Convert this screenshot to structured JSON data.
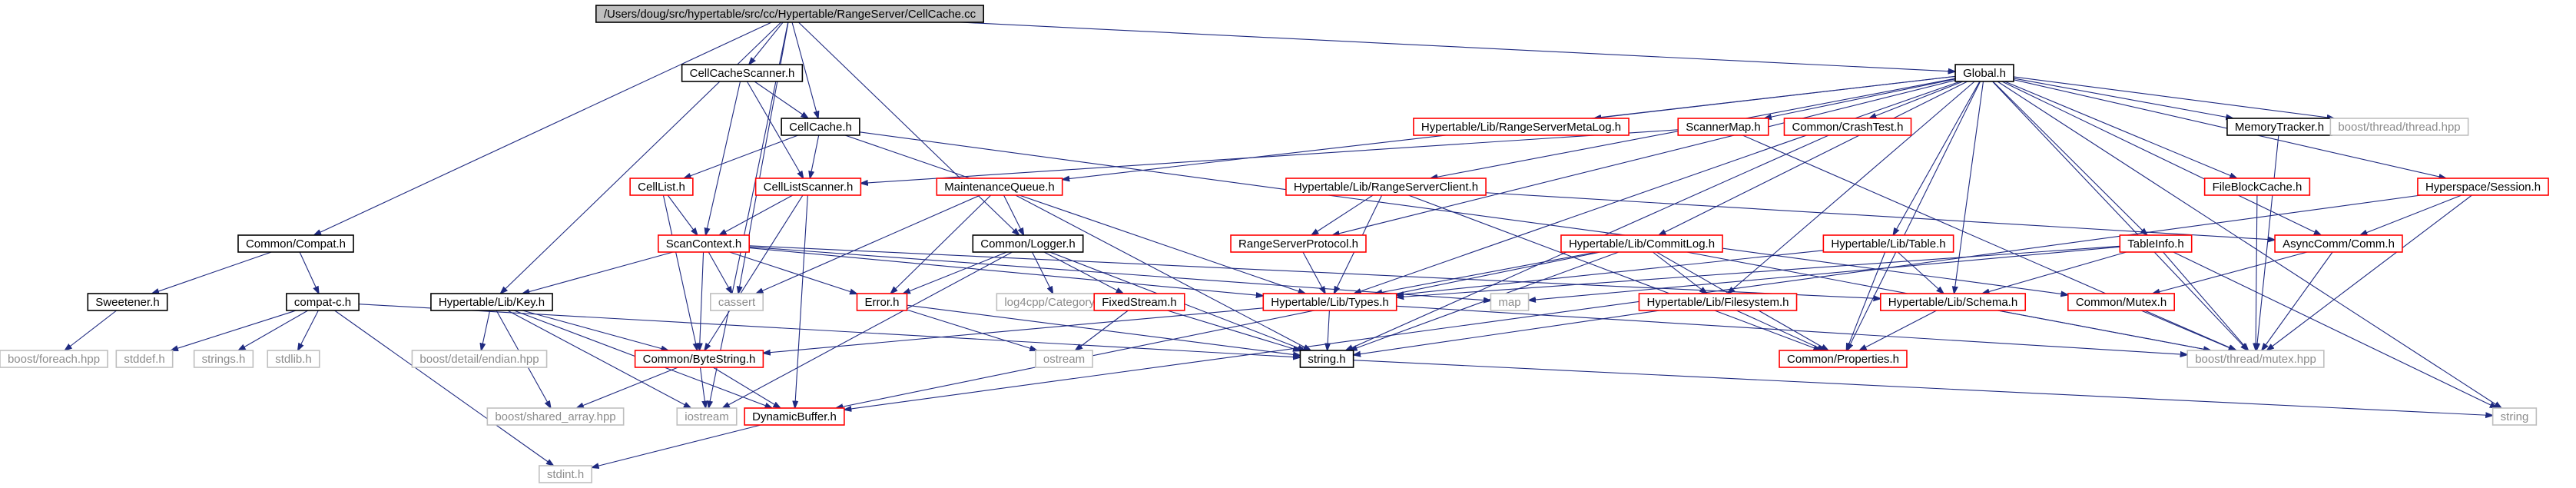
{
  "colors": {
    "edge": "#1f2a80",
    "root_fill": "#bfbfbf",
    "box_black": "#000000",
    "box_red": "#ff0000",
    "box_gray": "#bfbfbf",
    "text_black": "#000000",
    "text_gray": "#8c8c8c"
  },
  "nodes": [
    {
      "id": "root",
      "label": "/Users/doug/src/hypertable/src/cc/Hypertable/RangeServer/CellCache.cc",
      "style": "root"
    },
    {
      "id": "cellcachescanner",
      "label": "CellCacheScanner.h",
      "style": "black"
    },
    {
      "id": "global",
      "label": "Global.h",
      "style": "black"
    },
    {
      "id": "cellcache",
      "label": "CellCache.h",
      "style": "black"
    },
    {
      "id": "rsmetalog",
      "label": "Hypertable/Lib/RangeServerMetaLog.h",
      "style": "red"
    },
    {
      "id": "scannermap",
      "label": "ScannerMap.h",
      "style": "red"
    },
    {
      "id": "crashtest",
      "label": "Common/CrashTest.h",
      "style": "red"
    },
    {
      "id": "memorytracker",
      "label": "MemoryTracker.h",
      "style": "black"
    },
    {
      "id": "boostthread",
      "label": "boost/thread/thread.hpp",
      "style": "gray"
    },
    {
      "id": "celllist",
      "label": "CellList.h",
      "style": "red"
    },
    {
      "id": "celllistscanner",
      "label": "CellListScanner.h",
      "style": "red"
    },
    {
      "id": "maintqueue",
      "label": "MaintenanceQueue.h",
      "style": "red"
    },
    {
      "id": "rsclient",
      "label": "Hypertable/Lib/RangeServerClient.h",
      "style": "red"
    },
    {
      "id": "fileblockcache",
      "label": "FileBlockCache.h",
      "style": "red"
    },
    {
      "id": "hsession",
      "label": "Hyperspace/Session.h",
      "style": "red"
    },
    {
      "id": "commoncompat",
      "label": "Common/Compat.h",
      "style": "black"
    },
    {
      "id": "scancontext",
      "label": "ScanContext.h",
      "style": "red"
    },
    {
      "id": "commonlogger",
      "label": "Common/Logger.h",
      "style": "black"
    },
    {
      "id": "rsprotocol",
      "label": "RangeServerProtocol.h",
      "style": "red"
    },
    {
      "id": "commitlog",
      "label": "Hypertable/Lib/CommitLog.h",
      "style": "red"
    },
    {
      "id": "libtable",
      "label": "Hypertable/Lib/Table.h",
      "style": "red"
    },
    {
      "id": "tableinfo",
      "label": "TableInfo.h",
      "style": "red"
    },
    {
      "id": "asynccomm",
      "label": "AsyncComm/Comm.h",
      "style": "red"
    },
    {
      "id": "sweetener",
      "label": "Sweetener.h",
      "style": "black"
    },
    {
      "id": "compatc",
      "label": "compat-c.h",
      "style": "black"
    },
    {
      "id": "libkey",
      "label": "Hypertable/Lib/Key.h",
      "style": "black"
    },
    {
      "id": "cassert",
      "label": "cassert",
      "style": "gray"
    },
    {
      "id": "error",
      "label": "Error.h",
      "style": "red"
    },
    {
      "id": "log4cpp",
      "label": "log4cpp/Category.hh",
      "style": "gray"
    },
    {
      "id": "fixedstream",
      "label": "FixedStream.h",
      "style": "red"
    },
    {
      "id": "libtypes",
      "label": "Hypertable/Lib/Types.h",
      "style": "red"
    },
    {
      "id": "map",
      "label": "map",
      "style": "gray"
    },
    {
      "id": "libfilesystem",
      "label": "Hypertable/Lib/Filesystem.h",
      "style": "red"
    },
    {
      "id": "libschema",
      "label": "Hypertable/Lib/Schema.h",
      "style": "red"
    },
    {
      "id": "commonmutex",
      "label": "Common/Mutex.h",
      "style": "red"
    },
    {
      "id": "boostforeach",
      "label": "boost/foreach.hpp",
      "style": "gray"
    },
    {
      "id": "stddef",
      "label": "stddef.h",
      "style": "gray"
    },
    {
      "id": "stringsh",
      "label": "strings.h",
      "style": "gray"
    },
    {
      "id": "stdlib",
      "label": "stdlib.h",
      "style": "gray"
    },
    {
      "id": "boostendian",
      "label": "boost/detail/endian.hpp",
      "style": "gray"
    },
    {
      "id": "bytestring",
      "label": "Common/ByteString.h",
      "style": "red"
    },
    {
      "id": "ostream",
      "label": "ostream",
      "style": "gray"
    },
    {
      "id": "stringh",
      "label": "string.h",
      "style": "black"
    },
    {
      "id": "properties",
      "label": "Common/Properties.h",
      "style": "red"
    },
    {
      "id": "boostmutex",
      "label": "boost/thread/mutex.hpp",
      "style": "gray"
    },
    {
      "id": "sharedarray",
      "label": "boost/shared_array.hpp",
      "style": "gray"
    },
    {
      "id": "iostream",
      "label": "iostream",
      "style": "gray"
    },
    {
      "id": "dynamicbuffer",
      "label": "DynamicBuffer.h",
      "style": "red"
    },
    {
      "id": "string",
      "label": "string",
      "style": "gray"
    },
    {
      "id": "stdint",
      "label": "stdint.h",
      "style": "gray"
    }
  ],
  "edges": [
    [
      "root",
      "cellcachescanner"
    ],
    [
      "root",
      "global"
    ],
    [
      "root",
      "cellcache"
    ],
    [
      "root",
      "commoncompat"
    ],
    [
      "root",
      "libkey"
    ],
    [
      "root",
      "commonlogger"
    ],
    [
      "root",
      "cassert"
    ],
    [
      "root",
      "iostream"
    ],
    [
      "cellcachescanner",
      "cellcache"
    ],
    [
      "cellcachescanner",
      "celllistscanner"
    ],
    [
      "cellcachescanner",
      "scancontext"
    ],
    [
      "cellcache",
      "celllist"
    ],
    [
      "cellcache",
      "celllistscanner"
    ],
    [
      "cellcache",
      "commonmutex"
    ],
    [
      "cellcache",
      "libtypes"
    ],
    [
      "global",
      "rsmetalog"
    ],
    [
      "global",
      "scannermap"
    ],
    [
      "global",
      "crashtest"
    ],
    [
      "global",
      "memorytracker"
    ],
    [
      "global",
      "boostthread"
    ],
    [
      "global",
      "fileblockcache"
    ],
    [
      "global",
      "hsession"
    ],
    [
      "global",
      "maintqueue"
    ],
    [
      "global",
      "rsclient"
    ],
    [
      "global",
      "rsprotocol"
    ],
    [
      "global",
      "commitlog"
    ],
    [
      "global",
      "libtable"
    ],
    [
      "global",
      "tableinfo"
    ],
    [
      "global",
      "asynccomm"
    ],
    [
      "global",
      "libtypes"
    ],
    [
      "global",
      "libfilesystem"
    ],
    [
      "global",
      "libschema"
    ],
    [
      "global",
      "properties"
    ],
    [
      "global",
      "boostmutex"
    ],
    [
      "global",
      "string"
    ],
    [
      "scannermap",
      "celllistscanner"
    ],
    [
      "scannermap",
      "boostmutex"
    ],
    [
      "crashtest",
      "stringh"
    ],
    [
      "memorytracker",
      "boostmutex"
    ],
    [
      "fileblockcache",
      "boostmutex"
    ],
    [
      "hsession",
      "asynccomm"
    ],
    [
      "hsession",
      "boostmutex"
    ],
    [
      "hsession",
      "dynamicbuffer"
    ],
    [
      "celllist",
      "scancontext"
    ],
    [
      "celllist",
      "bytestring"
    ],
    [
      "celllistscanner",
      "scancontext"
    ],
    [
      "celllistscanner",
      "bytestring"
    ],
    [
      "celllistscanner",
      "dynamicbuffer"
    ],
    [
      "maintqueue",
      "commonlogger"
    ],
    [
      "maintqueue",
      "error"
    ],
    [
      "maintqueue",
      "cassert"
    ],
    [
      "maintqueue",
      "stringh"
    ],
    [
      "rsclient",
      "rsprotocol"
    ],
    [
      "rsclient",
      "libtypes"
    ],
    [
      "rsclient",
      "asynccomm"
    ],
    [
      "rsclient",
      "properties"
    ],
    [
      "rsprotocol",
      "libtypes"
    ],
    [
      "commitlog",
      "libfilesystem"
    ],
    [
      "commitlog",
      "libtypes"
    ],
    [
      "commitlog",
      "properties"
    ],
    [
      "commitlog",
      "stringh"
    ],
    [
      "commitlog",
      "dynamicbuffer"
    ],
    [
      "commitlog",
      "boostmutex"
    ],
    [
      "libtable",
      "libschema"
    ],
    [
      "libtable",
      "libtypes"
    ],
    [
      "libtable",
      "properties"
    ],
    [
      "tableinfo",
      "libschema"
    ],
    [
      "tableinfo",
      "libtypes"
    ],
    [
      "tableinfo",
      "map"
    ],
    [
      "tableinfo",
      "boostmutex"
    ],
    [
      "tableinfo",
      "string"
    ],
    [
      "asynccomm",
      "commonmutex"
    ],
    [
      "asynccomm",
      "boostmutex"
    ],
    [
      "commoncompat",
      "sweetener"
    ],
    [
      "commoncompat",
      "compatc"
    ],
    [
      "sweetener",
      "boostforeach"
    ],
    [
      "compatc",
      "stddef"
    ],
    [
      "compatc",
      "stringsh"
    ],
    [
      "compatc",
      "stdlib"
    ],
    [
      "compatc",
      "stdint"
    ],
    [
      "compatc",
      "stringh"
    ],
    [
      "scancontext",
      "libkey"
    ],
    [
      "scancontext",
      "cassert"
    ],
    [
      "scancontext",
      "error"
    ],
    [
      "scancontext",
      "bytestring"
    ],
    [
      "scancontext",
      "libtypes"
    ],
    [
      "scancontext",
      "map"
    ],
    [
      "scancontext",
      "libschema"
    ],
    [
      "libkey",
      "boostendian"
    ],
    [
      "libkey",
      "bytestring"
    ],
    [
      "libkey",
      "sharedarray"
    ],
    [
      "libkey",
      "iostream"
    ],
    [
      "libkey",
      "dynamicbuffer"
    ],
    [
      "commonlogger",
      "error"
    ],
    [
      "commonlogger",
      "log4cpp"
    ],
    [
      "commonlogger",
      "fixedstream"
    ],
    [
      "commonlogger",
      "iostream"
    ],
    [
      "commonlogger",
      "stringh"
    ],
    [
      "error",
      "ostream"
    ],
    [
      "error",
      "stringh"
    ],
    [
      "fixedstream",
      "ostream"
    ],
    [
      "fixedstream",
      "stringh"
    ],
    [
      "libtypes",
      "bytestring"
    ],
    [
      "libtypes",
      "stringh"
    ],
    [
      "libtypes",
      "boostmutex"
    ],
    [
      "libfilesystem",
      "stringh"
    ],
    [
      "libfilesystem",
      "properties"
    ],
    [
      "libschema",
      "properties"
    ],
    [
      "libschema",
      "boostmutex"
    ],
    [
      "commonmutex",
      "boostmutex"
    ],
    [
      "bytestring",
      "sharedarray"
    ],
    [
      "bytestring",
      "iostream"
    ],
    [
      "bytestring",
      "dynamicbuffer"
    ],
    [
      "stringh",
      "string"
    ],
    [
      "dynamicbuffer",
      "stdint"
    ]
  ]
}
